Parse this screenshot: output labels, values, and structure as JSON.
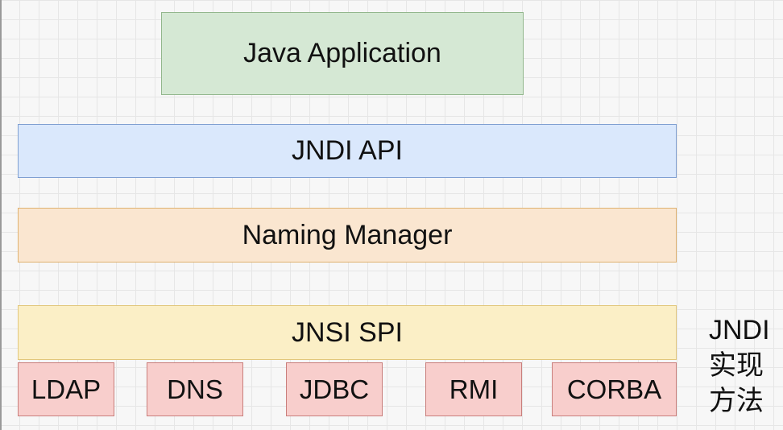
{
  "diagram": {
    "layers": {
      "java_application": "Java Application",
      "jndi_api": "JNDI API",
      "naming_manager": "Naming Manager",
      "jnsi_spi": "JNSI SPI"
    },
    "implementations": [
      "LDAP",
      "DNS",
      "JDBC",
      "RMI",
      "CORBA"
    ],
    "side_note": [
      "JNDI",
      "实现",
      "方法"
    ]
  },
  "colors": {
    "java_application_fill": "#d5e8d4",
    "jndi_api_fill": "#dae8fc",
    "naming_manager_fill": "#fae6d0",
    "jnsi_spi_fill": "#fbefc6",
    "implementation_fill": "#f8cecc"
  }
}
